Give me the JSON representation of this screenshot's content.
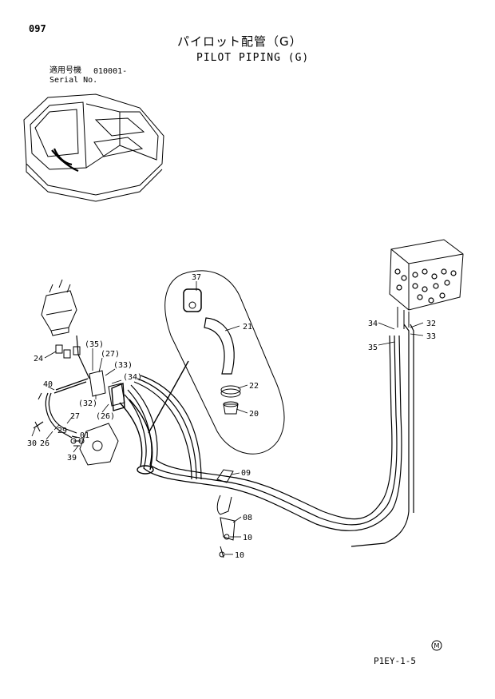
{
  "header": {
    "page_number": "097",
    "title_jp": "パイロット配管（G）",
    "title_en": "PILOT PIPING (G)",
    "serial_label_jp": "適用号機",
    "serial_value": "010001-",
    "serial_label_en": "Serial No."
  },
  "footer": {
    "code": "P1EY-1-5",
    "stamp_letter": "M"
  },
  "callouts": [
    "37",
    "21",
    "22",
    "20",
    "34",
    "32",
    "35",
    "33",
    "09",
    "08",
    "10",
    "10",
    "24",
    "(35)",
    "(27)",
    "(33)",
    "(34)",
    "40",
    "(32)",
    "(26)",
    "29",
    "27",
    "01",
    "30",
    "26",
    "39"
  ]
}
